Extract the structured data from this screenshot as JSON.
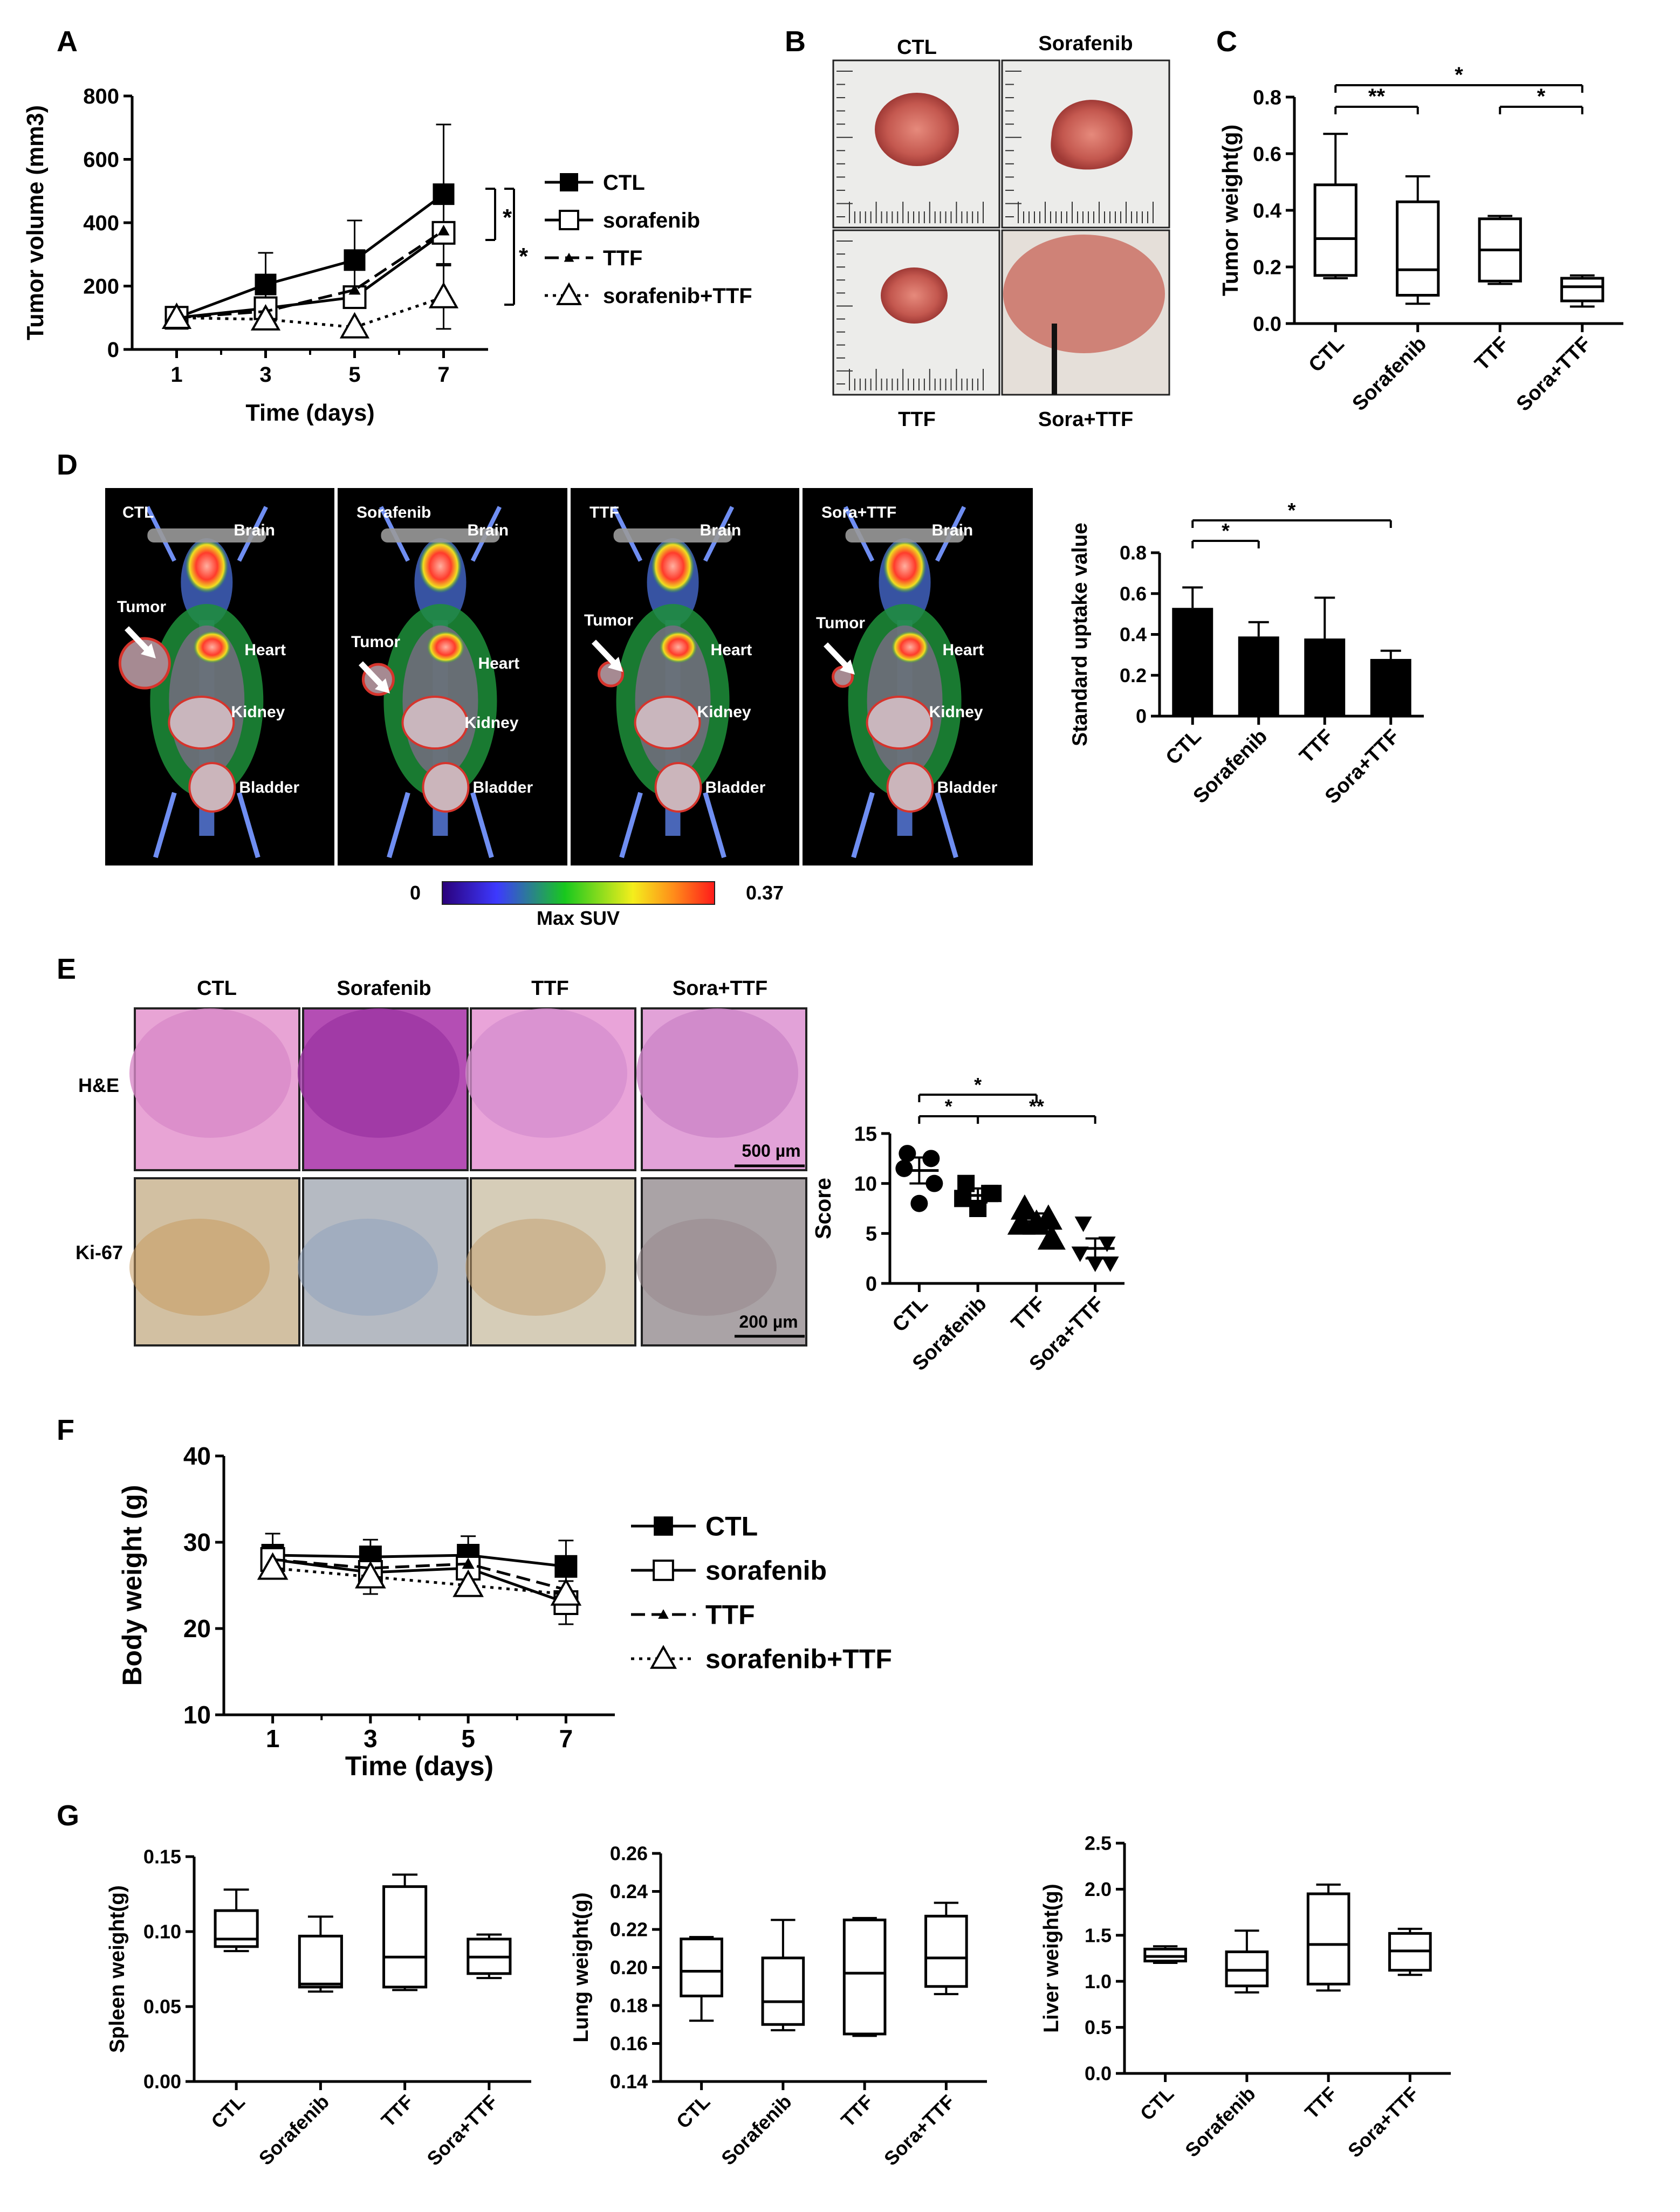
{
  "panels": {
    "A": "A",
    "B": "B",
    "C": "C",
    "D": "D",
    "E": "E",
    "F": "F",
    "G": "G"
  },
  "panelB": {
    "labels": [
      "CTL",
      "Sorafenib",
      "TTF",
      "Sora+TTF"
    ]
  },
  "panelD": {
    "titles": [
      "CTL",
      "Sorafenib",
      "TTF",
      "Sora+TTF"
    ],
    "organs": [
      "Brain",
      "Heart",
      "Kidney",
      "Bladder"
    ],
    "tumor_label": "Tumor",
    "scale_min": "0",
    "scale_max": "0.37",
    "scale_label": "Max SUV"
  },
  "panelE": {
    "columns": [
      "CTL",
      "Sorafenib",
      "TTF",
      "Sora+TTF"
    ],
    "rows": [
      "H&E",
      "Ki-67"
    ],
    "scalebar_he": "500 µm",
    "scalebar_ki": "200 µm"
  },
  "chart_data": [
    {
      "id": "A",
      "type": "line",
      "x": [
        1,
        3,
        5,
        7
      ],
      "xlabel": "Time (days)",
      "ylabel": "Tumor volume (mm3)",
      "ylim": [
        0,
        800
      ],
      "yticks": [
        0,
        200,
        400,
        600,
        800
      ],
      "series": [
        {
          "name": "CTL",
          "values": [
            100,
            205,
            282,
            490
          ],
          "err": [
            0,
            100,
            125,
            220
          ]
        },
        {
          "name": "sorafenib",
          "values": [
            100,
            130,
            165,
            368
          ],
          "err": [
            0,
            0,
            0,
            0
          ]
        },
        {
          "name": "TTF",
          "values": [
            100,
            120,
            188,
            375
          ],
          "err": [
            0,
            0,
            0,
            0
          ]
        },
        {
          "name": "sorafenib+TTF",
          "values": [
            100,
            95,
            70,
            165
          ],
          "err": [
            0,
            0,
            0,
            100
          ]
        }
      ],
      "significance": [
        "*",
        "*"
      ]
    },
    {
      "id": "C",
      "type": "box",
      "categories": [
        "CTL",
        "Sorafenib",
        "TTF",
        "Sora+TTF"
      ],
      "ylabel": "Tumor weight(g)",
      "ylim": [
        0,
        0.8
      ],
      "yticks": [
        "0.0",
        "0.2",
        "0.4",
        "0.6",
        "0.8"
      ],
      "boxes": [
        {
          "min": 0.16,
          "q1": 0.17,
          "median": 0.3,
          "q3": 0.49,
          "max": 0.67
        },
        {
          "min": 0.07,
          "q1": 0.1,
          "median": 0.19,
          "q3": 0.43,
          "max": 0.52
        },
        {
          "min": 0.14,
          "q1": 0.15,
          "median": 0.26,
          "q3": 0.37,
          "max": 0.38
        },
        {
          "min": 0.06,
          "q1": 0.08,
          "median": 0.13,
          "q3": 0.16,
          "max": 0.17
        }
      ],
      "significance": [
        "**",
        "*",
        "*"
      ]
    },
    {
      "id": "D",
      "type": "bar",
      "categories": [
        "CTL",
        "Sorafenib",
        "TTF",
        "Sora+TTF"
      ],
      "values": [
        0.53,
        0.39,
        0.38,
        0.28
      ],
      "err": [
        0.1,
        0.07,
        0.2,
        0.04
      ],
      "ylabel": "Standard uptake value",
      "ylim": [
        0,
        0.8
      ],
      "yticks": [
        "0",
        "0.2",
        "0.4",
        "0.6",
        "0.8"
      ],
      "significance": [
        "*",
        "*"
      ]
    },
    {
      "id": "E",
      "type": "scatter",
      "categories": [
        "CTL",
        "Sorafenib",
        "TTF",
        "Sora+TTF"
      ],
      "points": [
        [
          13,
          12.5,
          11.5,
          10,
          8
        ],
        [
          10,
          9,
          8.5,
          9,
          7.5
        ],
        [
          7.5,
          6.5,
          6,
          4.5,
          6
        ],
        [
          6,
          4,
          3,
          2,
          2
        ]
      ],
      "mean": [
        11.3,
        8.8,
        6.2,
        3.5
      ],
      "sem": [
        1.3,
        0.7,
        0.8,
        1.0
      ],
      "ylabel": "Score",
      "ylim": [
        0,
        15
      ],
      "yticks": [
        "0",
        "5",
        "10",
        "15"
      ],
      "significance": [
        "*",
        "*",
        "**"
      ]
    },
    {
      "id": "F",
      "type": "line",
      "x": [
        1,
        3,
        5,
        7
      ],
      "xlabel": "Time (days)",
      "ylabel": "Body weight (g)",
      "ylim": [
        10,
        40
      ],
      "yticks": [
        10,
        20,
        30,
        40
      ],
      "series": [
        {
          "name": "CTL",
          "values": [
            28.5,
            28.3,
            28.5,
            27.2
          ],
          "err": [
            2.5,
            2,
            2.2,
            3
          ]
        },
        {
          "name": "sorafenib",
          "values": [
            28,
            26.5,
            27,
            23
          ],
          "err": [
            1.5,
            2.5,
            2,
            2.5
          ]
        },
        {
          "name": "TTF",
          "values": [
            28,
            27,
            27.5,
            24.5
          ],
          "err": [
            0,
            0,
            0,
            0
          ]
        },
        {
          "name": "sorafenib+TTF",
          "values": [
            27,
            26,
            25,
            24
          ],
          "err": [
            0,
            0,
            0,
            0
          ]
        }
      ]
    },
    {
      "id": "G1",
      "type": "box",
      "categories": [
        "CTL",
        "Sorafenib",
        "TTF",
        "Sora+TTF"
      ],
      "ylabel": "Spleen weight(g)",
      "ylim": [
        0,
        0.15
      ],
      "yticks": [
        "0.00",
        "0.05",
        "0.10",
        "0.15"
      ],
      "boxes": [
        {
          "min": 0.087,
          "q1": 0.09,
          "median": 0.095,
          "q3": 0.114,
          "max": 0.128
        },
        {
          "min": 0.06,
          "q1": 0.063,
          "median": 0.065,
          "q3": 0.097,
          "max": 0.11
        },
        {
          "min": 0.061,
          "q1": 0.063,
          "median": 0.083,
          "q3": 0.13,
          "max": 0.138
        },
        {
          "min": 0.069,
          "q1": 0.072,
          "median": 0.083,
          "q3": 0.095,
          "max": 0.098
        }
      ]
    },
    {
      "id": "G2",
      "type": "box",
      "categories": [
        "CTL",
        "Sorafenib",
        "TTF",
        "Sora+TTF"
      ],
      "ylabel": "Lung weight(g)",
      "ylim": [
        0.14,
        0.26
      ],
      "yticks": [
        "0.14",
        "0.16",
        "0.18",
        "0.20",
        "0.22",
        "0.24",
        "0.26"
      ],
      "boxes": [
        {
          "min": 0.172,
          "q1": 0.185,
          "median": 0.198,
          "q3": 0.215,
          "max": 0.216
        },
        {
          "min": 0.167,
          "q1": 0.17,
          "median": 0.182,
          "q3": 0.205,
          "max": 0.225
        },
        {
          "min": 0.164,
          "q1": 0.165,
          "median": 0.197,
          "q3": 0.225,
          "max": 0.226
        },
        {
          "min": 0.186,
          "q1": 0.19,
          "median": 0.205,
          "q3": 0.227,
          "max": 0.234
        }
      ]
    },
    {
      "id": "G3",
      "type": "box",
      "categories": [
        "CTL",
        "Sorafenib",
        "TTF",
        "Sora+TTF"
      ],
      "ylabel": "Liver weight(g)",
      "ylim": [
        0,
        2.5
      ],
      "yticks": [
        "0.0",
        "0.5",
        "1.0",
        "1.5",
        "2.0",
        "2.5"
      ],
      "boxes": [
        {
          "min": 1.2,
          "q1": 1.22,
          "median": 1.27,
          "q3": 1.35,
          "max": 1.38
        },
        {
          "min": 0.88,
          "q1": 0.95,
          "median": 1.12,
          "q3": 1.32,
          "max": 1.55
        },
        {
          "min": 0.9,
          "q1": 0.97,
          "median": 1.4,
          "q3": 1.95,
          "max": 2.05
        },
        {
          "min": 1.07,
          "q1": 1.12,
          "median": 1.33,
          "q3": 1.52,
          "max": 1.57
        }
      ]
    }
  ]
}
